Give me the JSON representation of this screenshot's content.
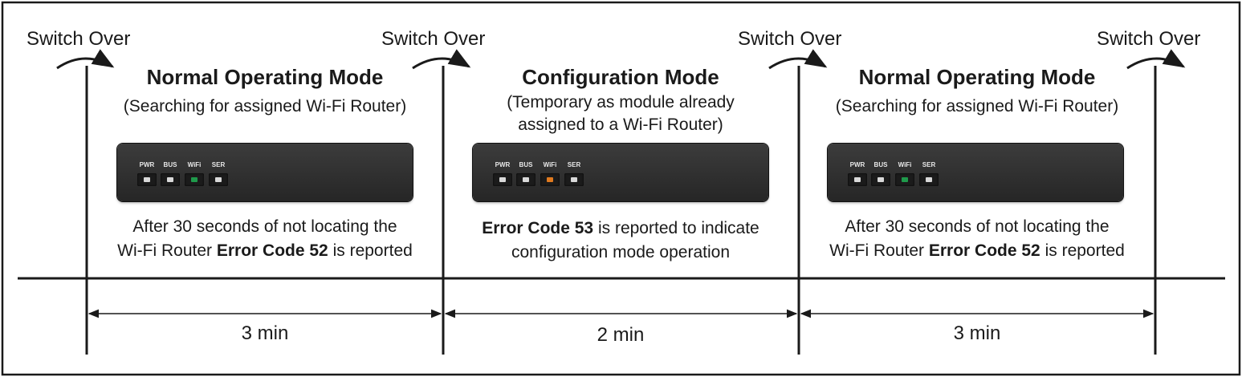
{
  "switch_label": "Switch Over",
  "phases": [
    {
      "title": "Normal Operating Mode",
      "subtitle_lines": [
        "(Searching for assigned Wi-Fi Router)"
      ],
      "note_line1": "After 30 seconds of not locating the",
      "note_line2_pre": "Wi-Fi Router ",
      "note_line2_bold": "Error Code 52",
      "note_line2_post": " is reported",
      "duration": "3 min",
      "leds": [
        {
          "label": "PWR",
          "color": "#d9d9d9"
        },
        {
          "label": "BUS",
          "color": "#d9d9d9"
        },
        {
          "label": "WiFi",
          "color": "#1f9a4b"
        },
        {
          "label": "SER",
          "color": "#d9d9d9"
        }
      ]
    },
    {
      "title": "Configuration Mode",
      "subtitle_lines": [
        "(Temporary as module already",
        "assigned to a Wi-Fi Router)"
      ],
      "note_line1_bold": "Error Code 53",
      "note_line1_post": " is reported to indicate",
      "note_line2": "configuration mode operation",
      "duration": "2 min",
      "leds": [
        {
          "label": "PWR",
          "color": "#d9d9d9"
        },
        {
          "label": "BUS",
          "color": "#d9d9d9"
        },
        {
          "label": "WiFi",
          "color": "#e07a1f"
        },
        {
          "label": "SER",
          "color": "#d9d9d9"
        }
      ]
    },
    {
      "title": "Normal Operating Mode",
      "subtitle_lines": [
        "(Searching for assigned Wi-Fi Router)"
      ],
      "note_line1": "After 30 seconds of not locating the",
      "note_line2_pre": "Wi-Fi Router ",
      "note_line2_bold": "Error Code 52",
      "note_line2_post": " is reported",
      "duration": "3 min",
      "leds": [
        {
          "label": "PWR",
          "color": "#d9d9d9"
        },
        {
          "label": "BUS",
          "color": "#d9d9d9"
        },
        {
          "label": "WiFi",
          "color": "#1f9a4b"
        },
        {
          "label": "SER",
          "color": "#d9d9d9"
        }
      ]
    }
  ]
}
